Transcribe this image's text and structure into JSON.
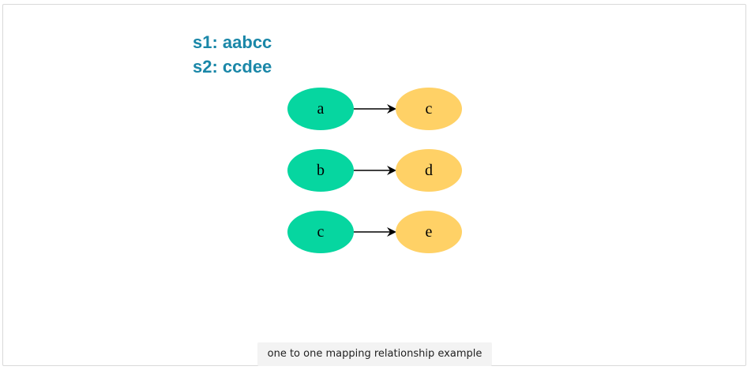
{
  "strings": {
    "s1": "s1: aabcc",
    "s2": "s2: ccdee"
  },
  "mappings": [
    {
      "from": "a",
      "to": "c"
    },
    {
      "from": "b",
      "to": "d"
    },
    {
      "from": "c",
      "to": "e"
    }
  ],
  "caption": "one to one mapping relationship example",
  "colors": {
    "heading": "#1a87a8",
    "source_node": "#06d6a0",
    "target_node": "#ffd166",
    "arrow": "#000000"
  }
}
